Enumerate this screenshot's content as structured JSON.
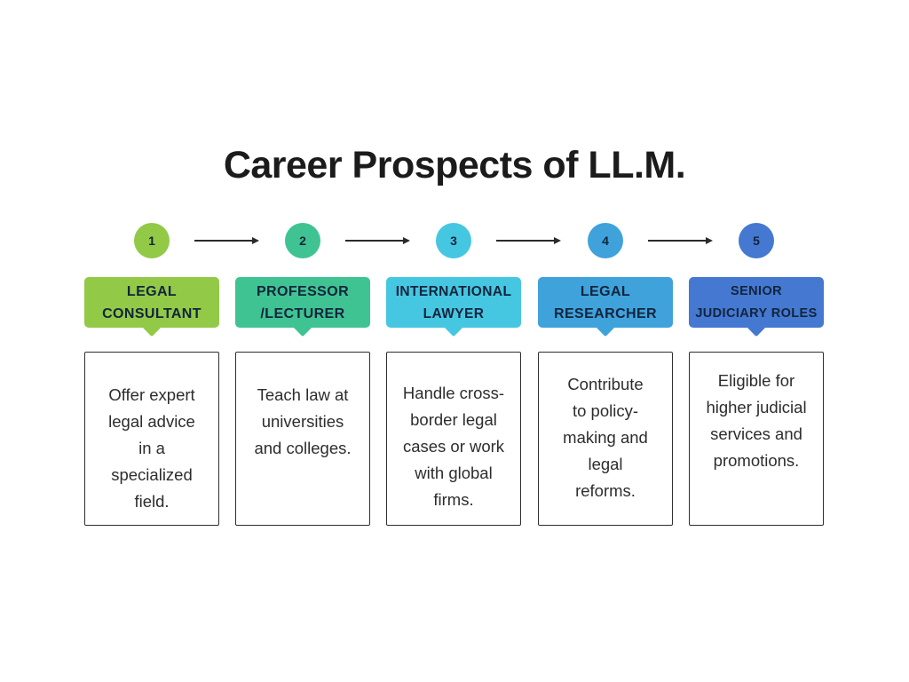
{
  "title": "Career Prospects of LL.M.",
  "steps": [
    {
      "number": "1",
      "accent": "#92C947",
      "label": "LEGAL\nCONSULTANT",
      "description": "Offer expert\nlegal advice\nin a\nspecialized\nfield."
    },
    {
      "number": "2",
      "accent": "#3FC392",
      "label": "PROFESSOR\n/LECTURER",
      "description": "Teach law at\nuniversities\nand colleges."
    },
    {
      "number": "3",
      "accent": "#45C7E2",
      "label": "INTERNATIONAL\nLAWYER",
      "description": "Handle cross-\nborder legal\ncases or work\nwith global\nfirms."
    },
    {
      "number": "4",
      "accent": "#3FA2DB",
      "label": "LEGAL\nRESEARCHER",
      "description": "Contribute\nto policy-\nmaking and\nlegal\nreforms."
    },
    {
      "number": "5",
      "accent": "#4478D1",
      "label": "SENIOR\nJUDICIARY ROLES",
      "description": "Eligible for\nhigher judicial\nservices and\npromotions."
    }
  ],
  "colors": {
    "background": "#FFFFFF",
    "title_text": "#1B1B1B",
    "label_text": "#13243C",
    "body_text": "#2D2D2D",
    "arrow": "#2A2A2A",
    "card_border": "#2E2E2E"
  }
}
